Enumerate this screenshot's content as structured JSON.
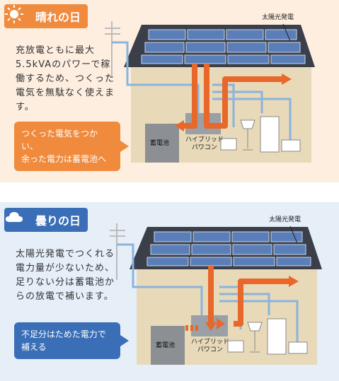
{
  "sunny": {
    "title": "晴れの日",
    "icon": "sun-icon",
    "color": "#f08a3c",
    "description": "充放電ともに最大5.5kVAのパワーで稼働するため、つくった電気を無駄なく使えます。",
    "callout_line1": "つくった電気をつかい、",
    "callout_line2": "余った電力は蓄電池へ",
    "solar_label": "太陽光発電",
    "battery_label": "蓄電池",
    "hybrid_label_1": "ハイブリッド",
    "hybrid_label_2": "パワコン"
  },
  "cloudy": {
    "title": "曇りの日",
    "icon": "cloud-icon",
    "color": "#3a6fb7",
    "description": "太陽光発電でつくれる電力量が少ないため、足りない分は蓄電池からの放電で補います。",
    "callout_line1": "不足分はためた電力で",
    "callout_line2": "補える",
    "solar_label": "太陽光発電",
    "battery_label": "蓄電池",
    "hybrid_label_1": "ハイブリッド",
    "hybrid_label_2": "パワコン"
  },
  "colors": {
    "sunny_bg": "#fdeee0",
    "cloudy_bg": "#e6eef8",
    "house_wall": "#e8d9b8",
    "roof": "#3b3f4a",
    "panel": "#5a7fb8",
    "wire": "#8ab4dd",
    "flow_arrow": "#e8672a"
  }
}
